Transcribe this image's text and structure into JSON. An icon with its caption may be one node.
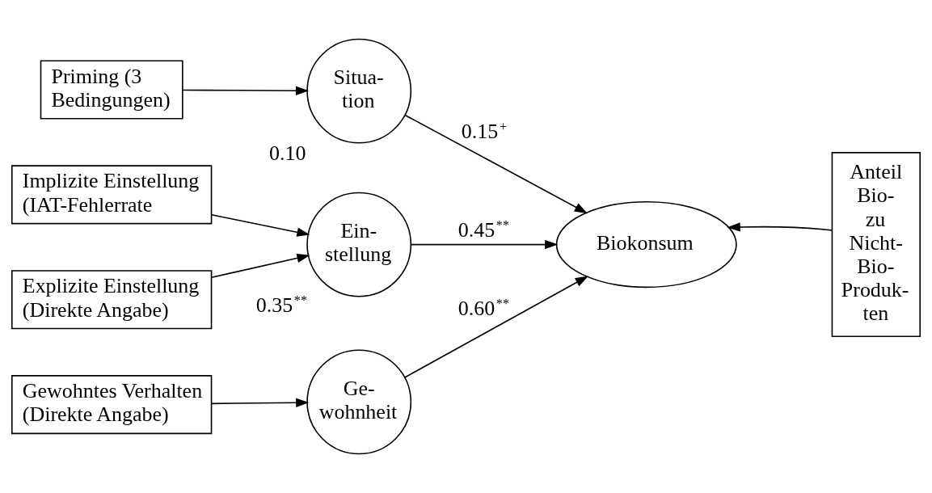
{
  "diagram": {
    "nodes": [
      {
        "text": [
          "Explizite Einstellung (Direkte Angabe)"
        ]
      },
      {
        "text": [
          "Ein- stellung"
        ],
        "beside": [
          "0.35$^{**}$"
        ]
      },
      {
        "text": [
          "Implizite Einstellung (IAT-Fehlerrate"
        ]
      },
      {
        "text": [
          "Situa- tion"
        ],
        "beside": [
          "0.10"
        ]
      },
      {
        "text": [
          "Priming (3 Bedingungen)"
        ]
      },
      {
        "text": [
          "Biokonsum"
        ]
      },
      {
        "text": [
          "Anteil Bio- zu Nicht- Bio- Produk- ten"
        ]
      },
      {
        "text": [
          "Gewohntes Verhalten (Direkte Angabe)"
        ]
      },
      {
        "text": [
          "Ge- wohnheit"
        ]
      }
    ],
    "edges": [
      {
        "from": 0,
        "to": 1,
        "arrow": "to"
      },
      {
        "from": 2,
        "to": 1,
        "arrow": "to"
      },
      {
        "from": 1,
        "to": 5,
        "arrow": "to",
        "label": "0.45$^{**}$"
      },
      {
        "from": 4,
        "to": 3,
        "arrow": "to"
      },
      {
        "from": 3,
        "to": 5,
        "arrow": "to",
        "label": "0.15$^{+}$"
      },
      {
        "from": 7,
        "to": 8,
        "arrow": "to"
      },
      {
        "from": 8,
        "to": 5,
        "arrow": "to",
        "label": "0.60$^{**}$"
      },
      {
        "from": 6,
        "to": 5,
        "arrow": "to"
      }
    ]
  }
}
